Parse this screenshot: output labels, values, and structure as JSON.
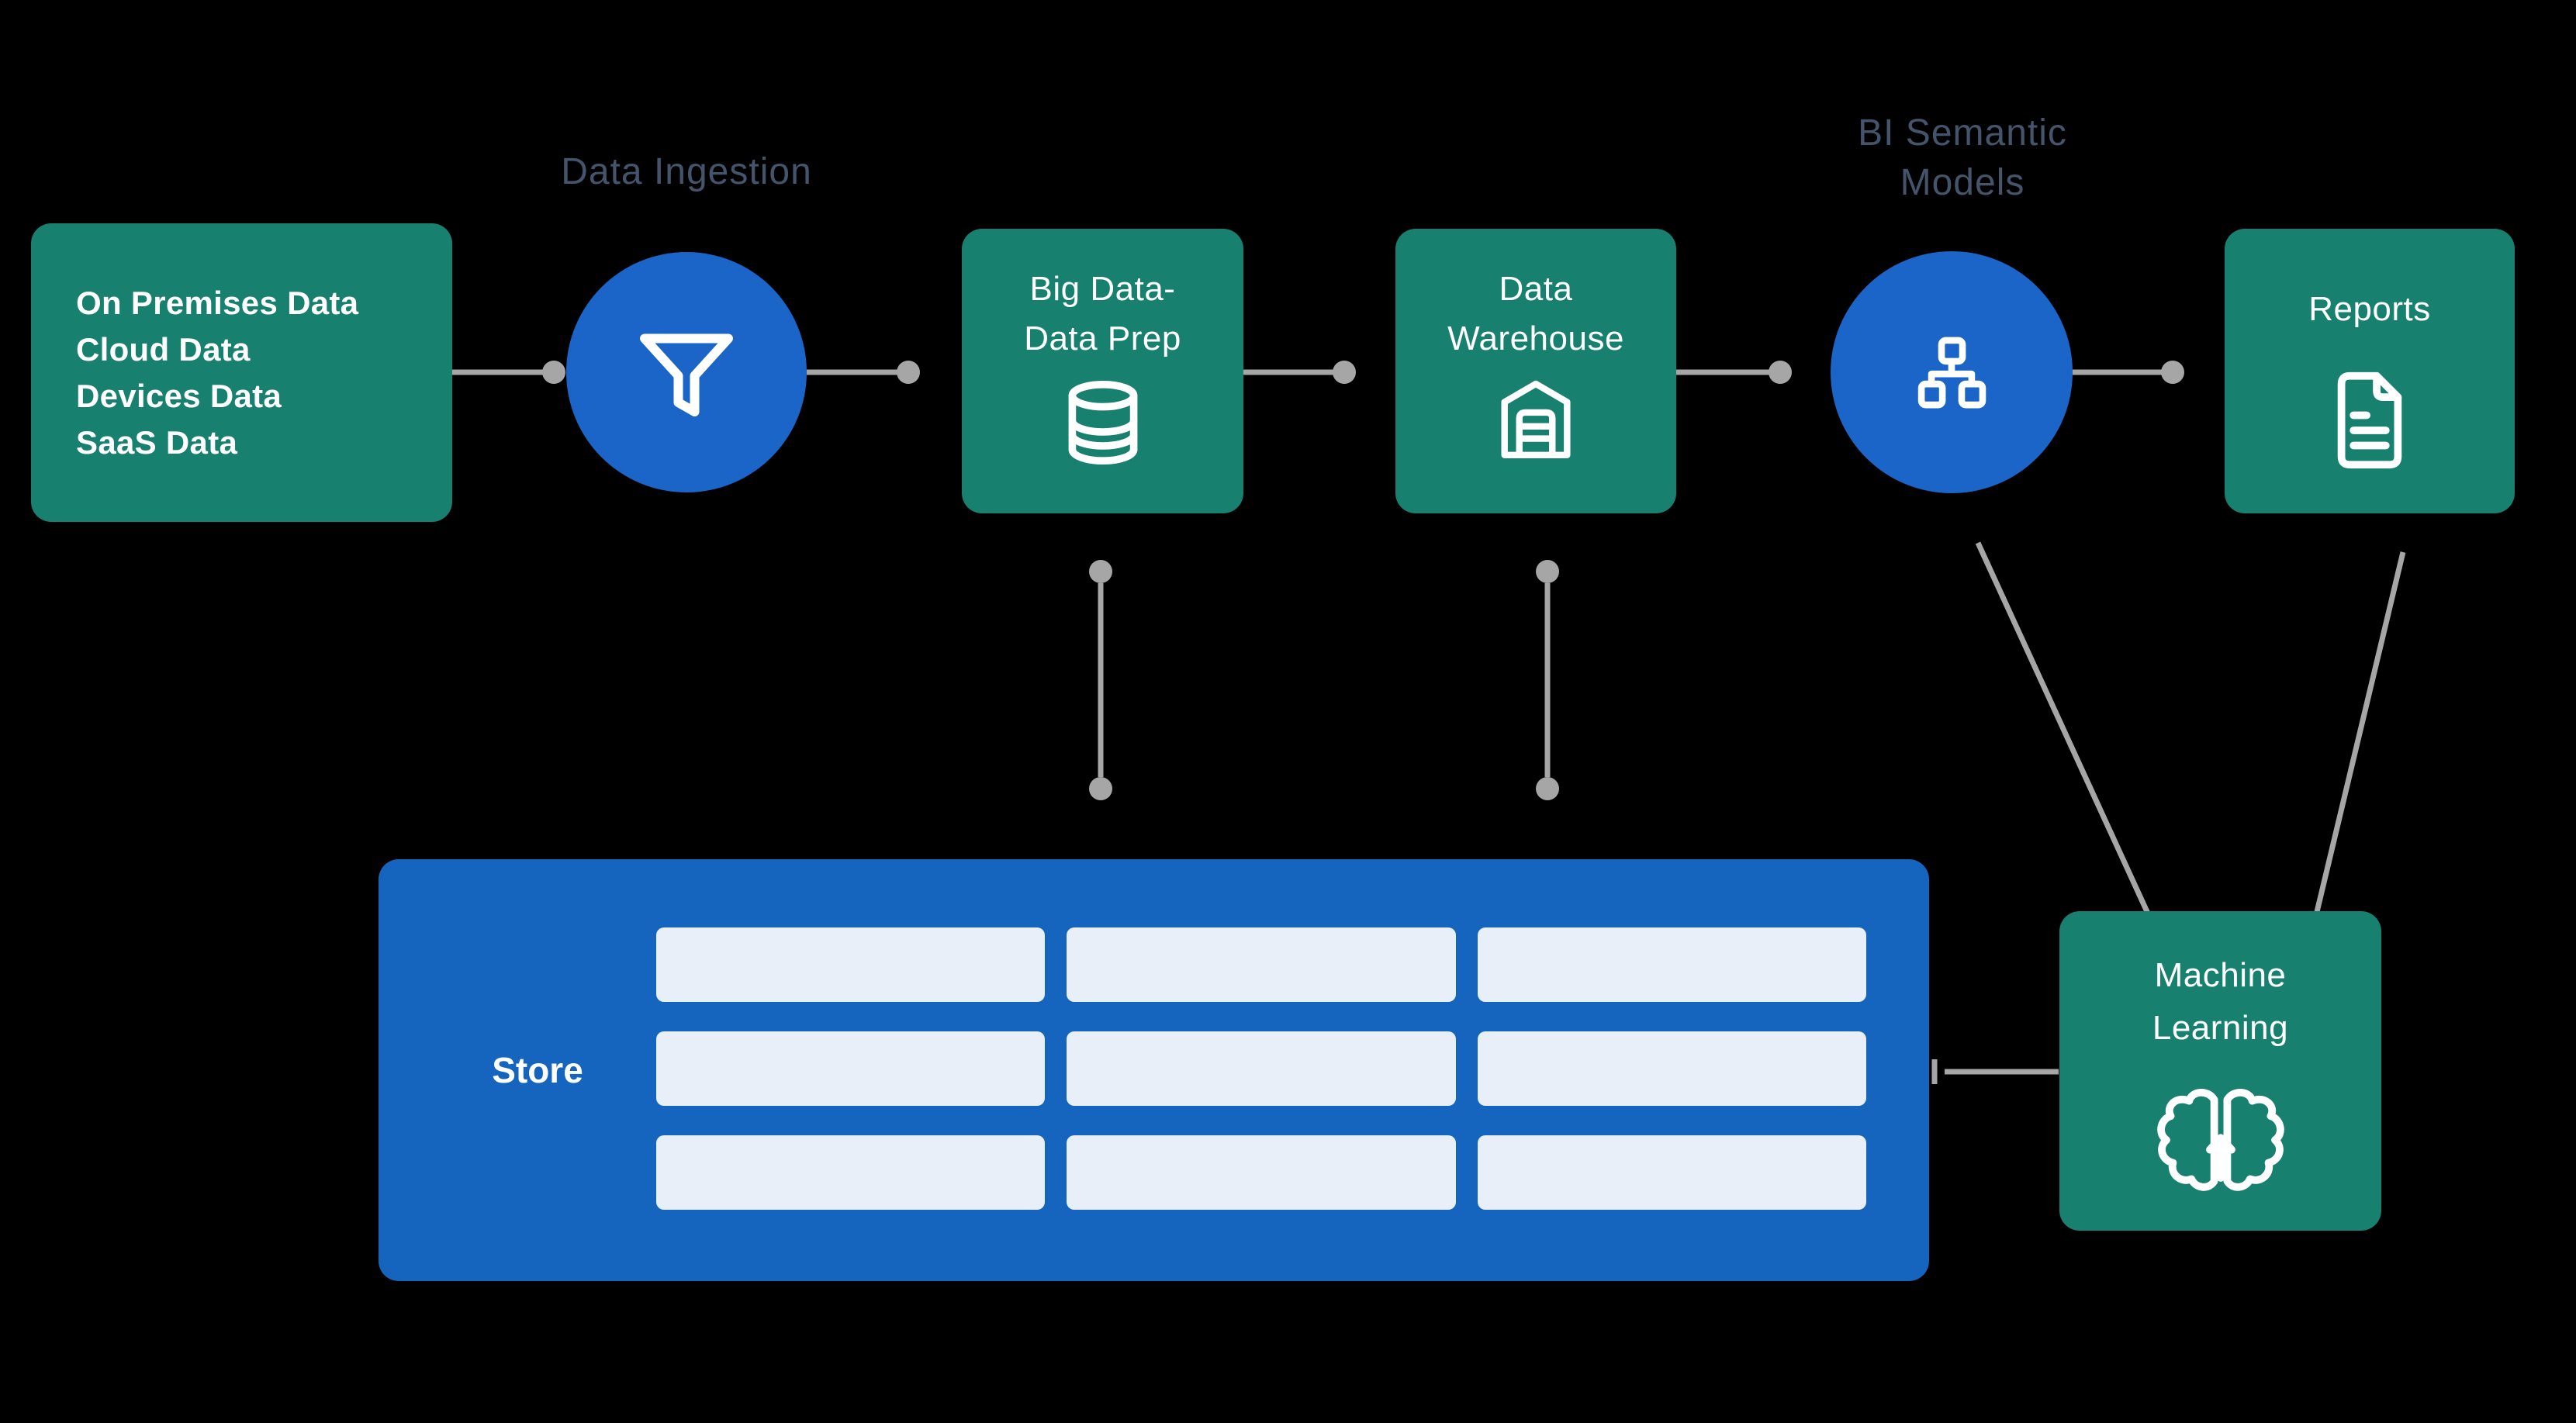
{
  "palette": {
    "background": "#000000",
    "node_teal": "#17806E",
    "circle_blue": "#1B64C8",
    "store_blue": "#1565BE",
    "store_cell": "#E8EFF8",
    "connector_gray": "#A6A6A6",
    "section_label": "#44546A",
    "text_white": "#FFFFFF"
  },
  "labels": {
    "data_ingestion": "Data Ingestion",
    "bi_semantic_line1": "BI Semantic",
    "bi_semantic_line2": "Models"
  },
  "nodes": {
    "sources": {
      "lines": [
        "On Premises Data",
        "Cloud Data",
        "Devices Data",
        "SaaS Data"
      ]
    },
    "ingestion": {
      "icon": "funnel-icon"
    },
    "big_data": {
      "line1": "Big Data-",
      "line2": "Data Prep",
      "icon": "database-icon"
    },
    "warehouse": {
      "line1": "Data",
      "line2": "Warehouse",
      "icon": "warehouse-icon"
    },
    "bi_models": {
      "icon": "hierarchy-icon"
    },
    "reports": {
      "label": "Reports",
      "icon": "document-icon"
    },
    "store": {
      "label": "Store",
      "grid_rows": 3,
      "grid_cols": 3
    },
    "ml": {
      "line1": "Machine",
      "line2": "Learning",
      "icon": "brain-icon"
    }
  }
}
